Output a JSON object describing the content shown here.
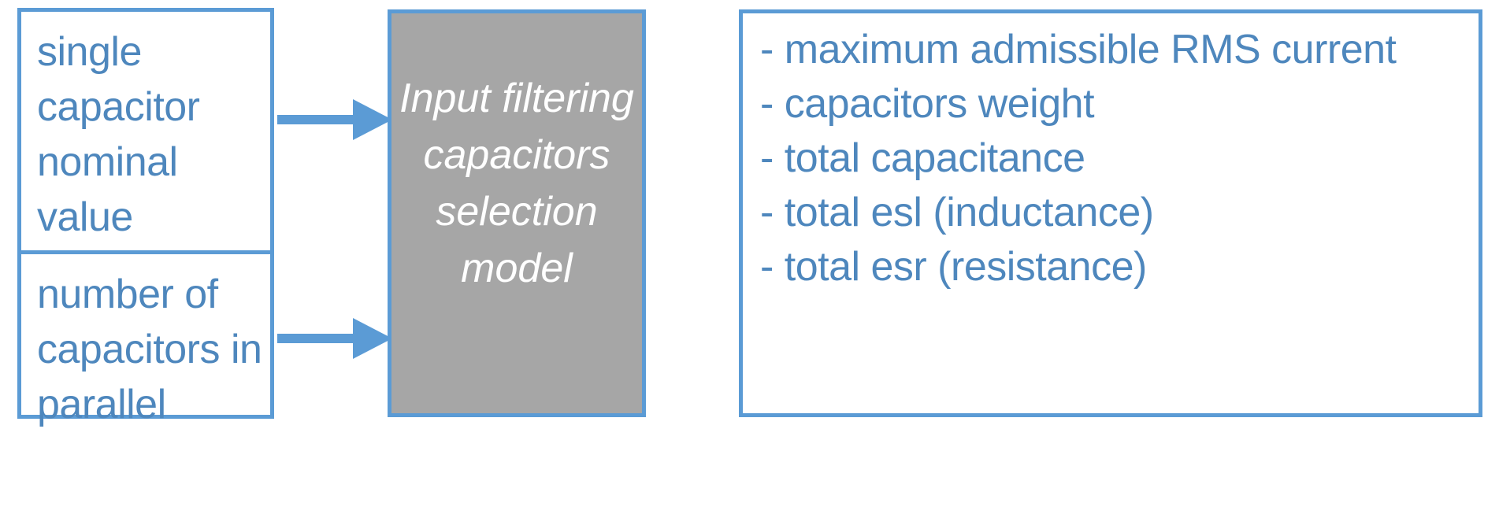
{
  "diagram": {
    "title": "Input filtering capacitors selection model block diagram",
    "colors": {
      "accent_blue": "#5B9BD5",
      "text_blue": "#4E87BD",
      "model_gray": "#A6A6A6",
      "box_background": "#FFFFFF"
    },
    "inputs": [
      {
        "label": "single capacitor nominal value"
      },
      {
        "label": "number of capacitors in parallel"
      }
    ],
    "model": {
      "label": "Input filtering capacitors selection model"
    },
    "outputs": {
      "label": "- maximum admissible RMS current\n- capacitors weight\n- total capacitance\n- total esl (inductance)\n- total esr (resistance)",
      "items": [
        "- maximum admissible RMS current",
        "- capacitors weight",
        "- total capacitance",
        "- total esl (inductance)",
        "- total esr (resistance)"
      ]
    },
    "connectors": [
      {
        "name": "input-1-to-model",
        "style": "thin-arrow"
      },
      {
        "name": "input-2-to-model",
        "style": "thin-arrow"
      },
      {
        "name": "model-to-output",
        "style": "block-arrow"
      }
    ]
  }
}
